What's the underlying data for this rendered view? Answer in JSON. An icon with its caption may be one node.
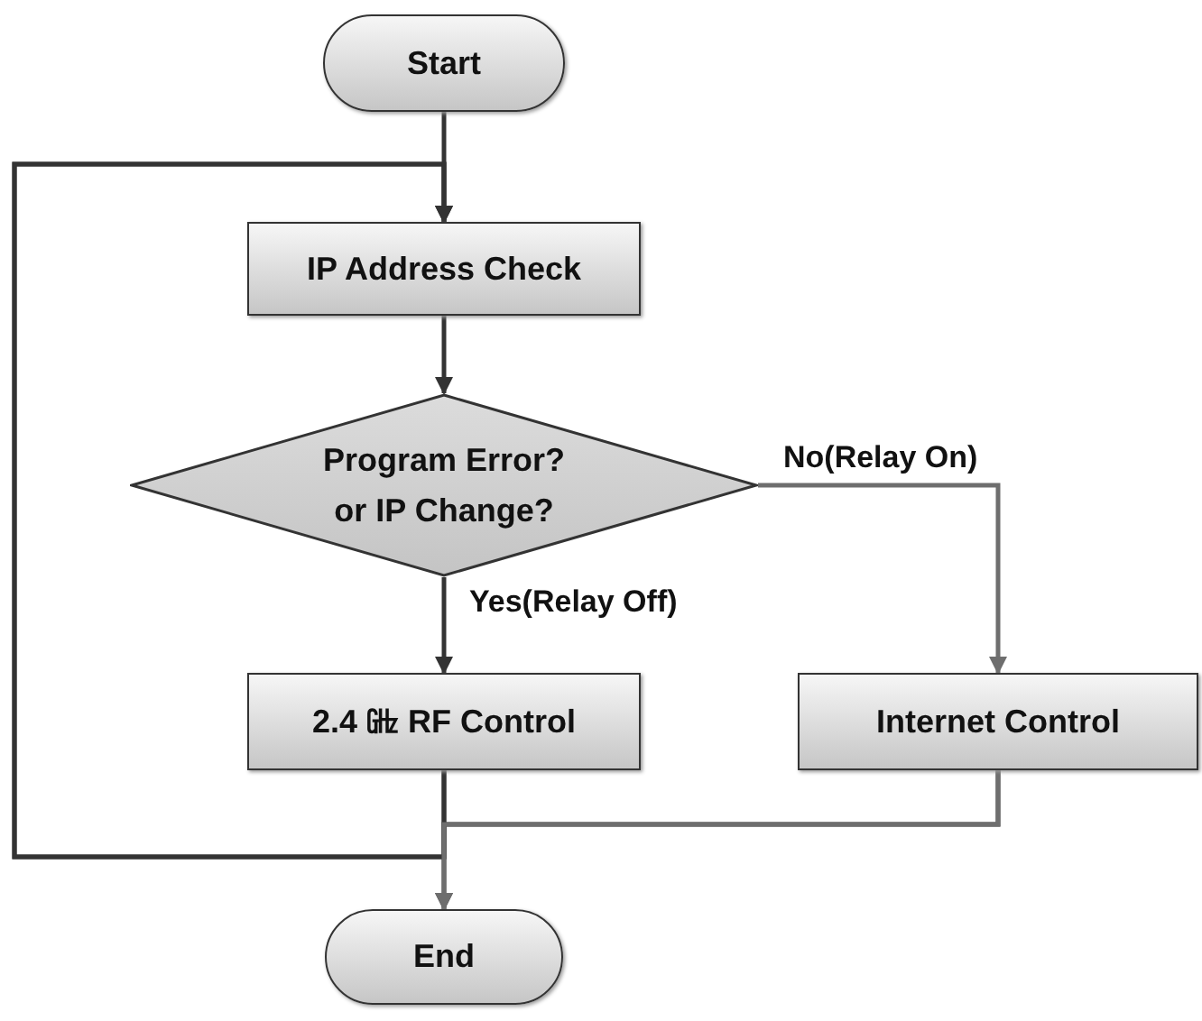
{
  "diagram": {
    "nodes": [
      {
        "text": [
          "Start"
        ]
      },
      {
        "text": [
          "IP Address Check"
        ]
      },
      {
        "text": [
          "Program Error? or IP Change?"
        ]
      },
      {
        "text": [
          "2.4 ㎓ RF Control"
        ]
      },
      {
        "text": [
          "Internet Control"
        ]
      },
      {
        "text": [
          "End"
        ]
      }
    ],
    "edges": [
      {
        "from": 0,
        "to": 1,
        "arrow": "to"
      },
      {
        "from": 1,
        "to": 2,
        "arrow": "to"
      },
      {
        "from": 2,
        "to": 3,
        "arrow": "to",
        "label": "Yes(Relay Off)"
      },
      {
        "from": 2,
        "to": 4,
        "arrow": "to",
        "label": "No(Relay On)",
        "color": "#6e6e6e"
      },
      {
        "from": 3,
        "to": 5,
        "arrow": "to"
      },
      {
        "from": 4,
        "to": 5,
        "arrow": "to",
        "color": "#6e6e6e"
      },
      {
        "from": 3,
        "to": 1,
        "arrow": "to"
      },
      {
        "from": 4,
        "to": 1,
        "arrow": "to"
      }
    ]
  }
}
